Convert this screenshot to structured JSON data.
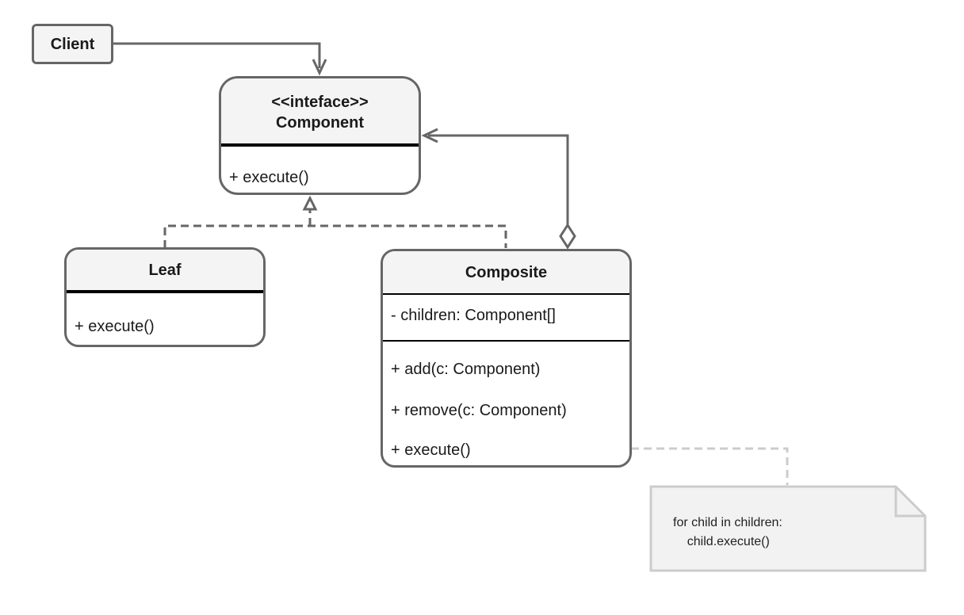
{
  "client": {
    "label": "Client"
  },
  "component": {
    "stereotype": "<<inteface>>",
    "name": "Component",
    "methods": [
      "+ execute()"
    ]
  },
  "leaf": {
    "name": "Leaf",
    "methods": [
      "+ execute()"
    ]
  },
  "composite": {
    "name": "Composite",
    "fields": [
      "- children: Component[]"
    ],
    "methods": [
      "+ add(c: Component)",
      "+ remove(c: Component)",
      "+ execute()"
    ]
  },
  "note": {
    "lines": [
      "for child in children:",
      "    child.execute()"
    ]
  },
  "colors": {
    "border": "#666666",
    "header_fill": "#f4f4f4",
    "note_fill": "#f2f2f2",
    "note_border": "#cccccc"
  }
}
